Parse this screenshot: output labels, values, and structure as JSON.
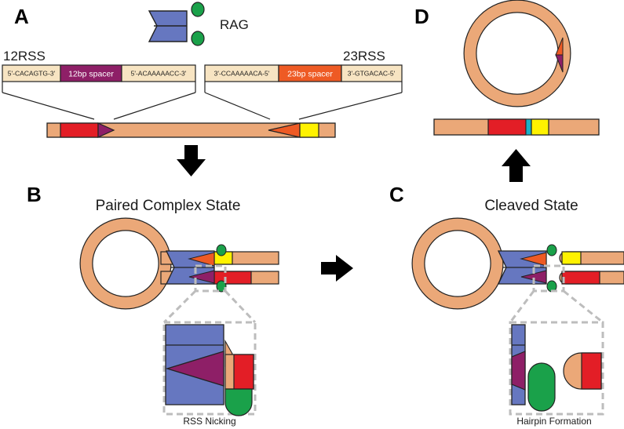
{
  "panels": {
    "a": "A",
    "b": "B",
    "c": "C",
    "d": "D"
  },
  "rag_label": "RAG",
  "rss12": {
    "label": "12RSS",
    "heptamer": "5'-CACAGTG-3'",
    "spacer": "12bp spacer",
    "nonamer": "5'-ACAAAAACC-3'"
  },
  "rss23": {
    "label": "23RSS",
    "nonamer": "3'-CCAAAAACA-5'",
    "spacer": "23bp spacer",
    "heptamer": "3'-GTGACAC-5'"
  },
  "titles": {
    "paired": "Paired Complex State",
    "cleaved": "Cleaved State"
  },
  "captions": {
    "nicking": "RSS Nicking",
    "hairpin": "Hairpin Formation"
  },
  "colors": {
    "dna": "#eba878",
    "rag_core": "#6677c0",
    "rag_accessory": "#1aa14a",
    "coding_red": "#e31e26",
    "coding_yellow": "#fff200",
    "rss12_purple": "#8e1f67",
    "rss23_orange": "#ee5a24",
    "junction_cyan": "#1cb0c8",
    "box_beige": "#f7e4c2",
    "zoom_gray": "#c0c0c0"
  }
}
